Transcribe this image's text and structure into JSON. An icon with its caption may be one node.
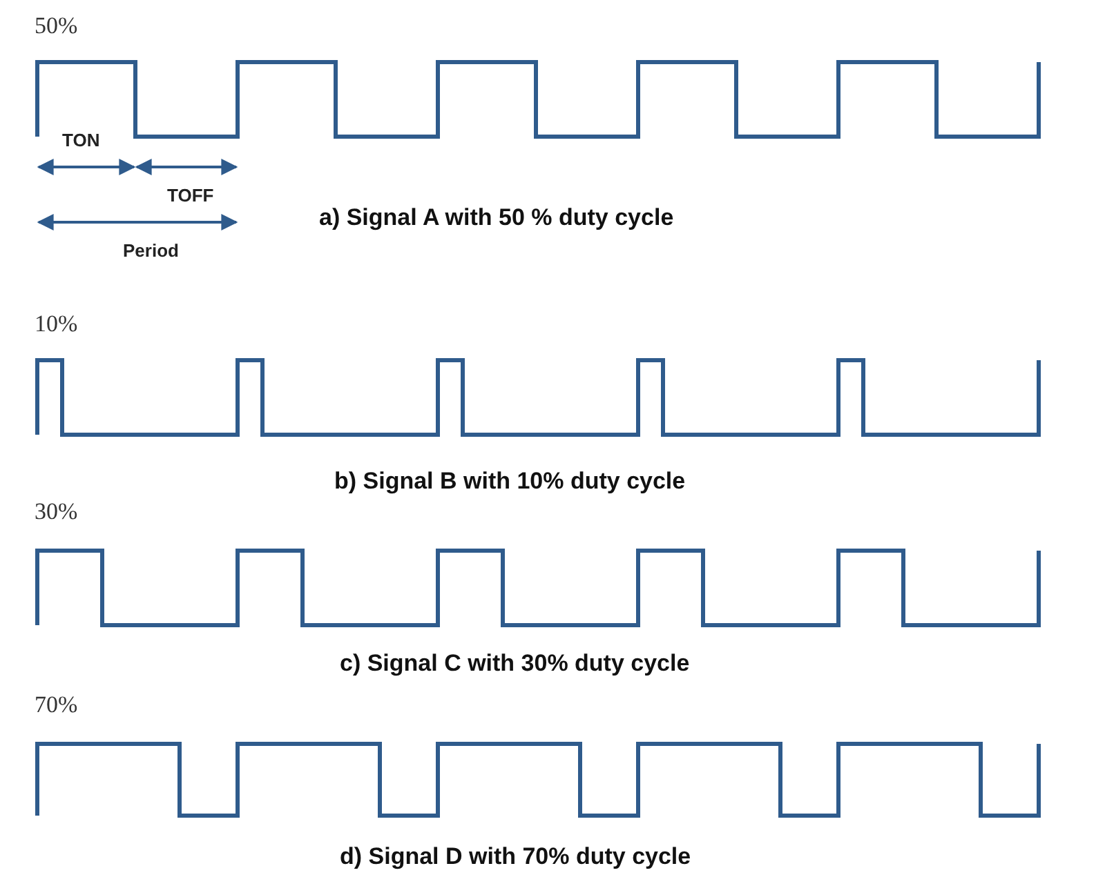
{
  "diagram": {
    "labels": [
      "50%",
      "TON",
      "TOFF",
      "Period",
      "a) Signal A with 50 % duty cycle",
      "10%",
      "b) Signal B with 10% duty cycle",
      "30%",
      "c) Signal C with 30% duty cycle",
      "70%",
      "d) Signal D with 70% duty cycle"
    ]
  }
}
